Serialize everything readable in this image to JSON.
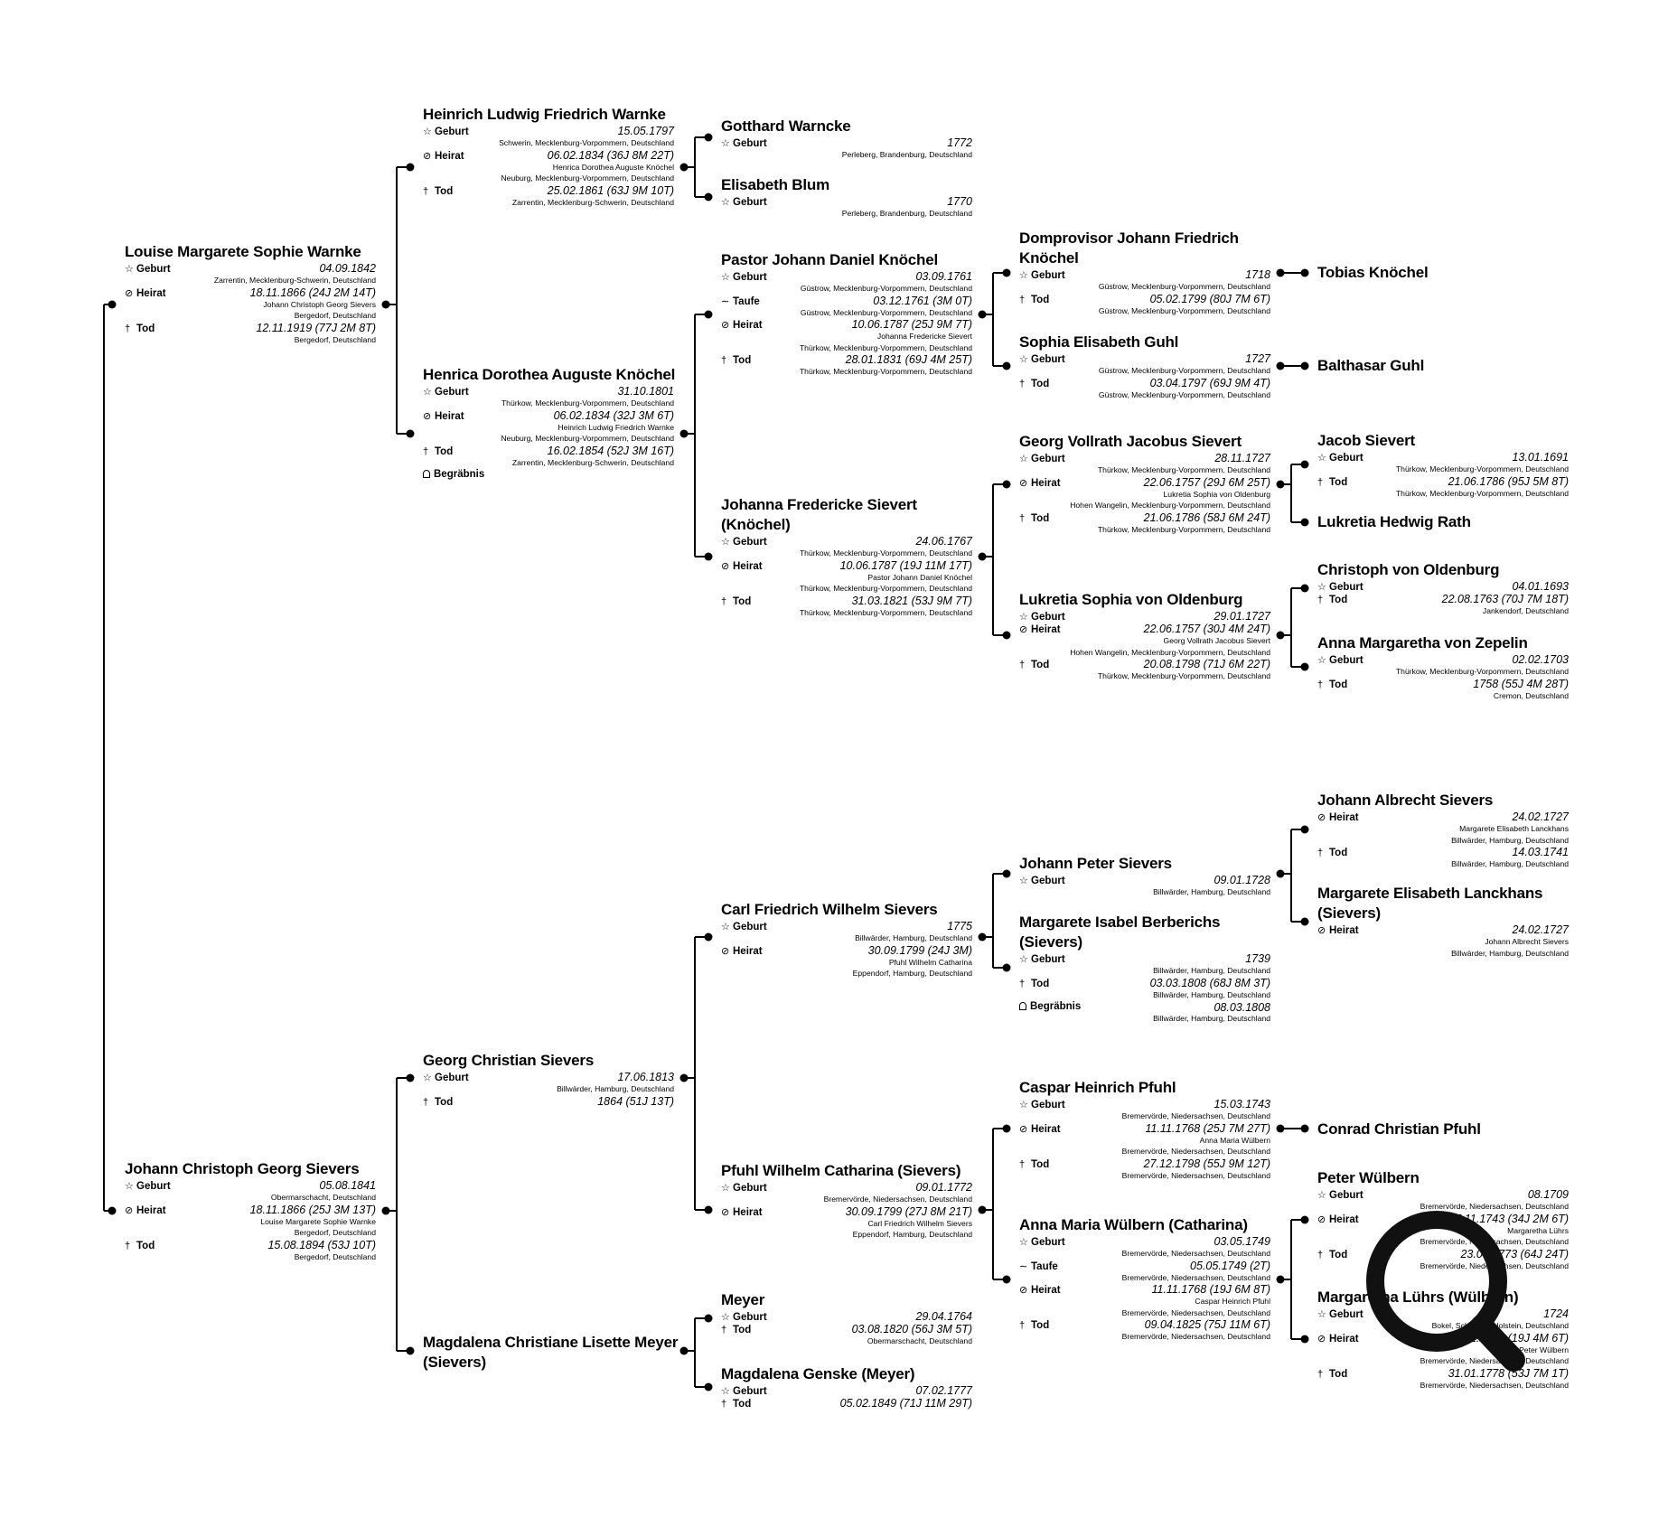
{
  "persons": [
    {
      "name": "Louise Margarete Sophie Warnke",
      "events": [
        {
          "label": "Geburt",
          "icon": "star",
          "date": "04.09.1842",
          "lines": [
            "Zarrentin, Mecklenburg-Schwerin, Deutschland"
          ]
        },
        {
          "label": "Heirat",
          "icon": "rings",
          "date": "18.11.1866 (24J 2M 14T)",
          "lines": [
            "Johann Christoph Georg Sievers",
            "Bergedorf, Deutschland"
          ]
        },
        {
          "label": "Tod",
          "icon": "cross",
          "date": "12.11.1919 (77J 2M 8T)",
          "lines": [
            "Bergedorf, Deutschland"
          ]
        }
      ]
    },
    {
      "name": "Johann Christoph Georg Sievers",
      "events": [
        {
          "label": "Geburt",
          "icon": "star",
          "date": "05.08.1841",
          "lines": [
            "Obermarschacht, Deutschland"
          ]
        },
        {
          "label": "Heirat",
          "icon": "rings",
          "date": "18.11.1866 (25J 3M 13T)",
          "lines": [
            "Louise Margarete Sophie Warnke",
            "Bergedorf, Deutschland"
          ]
        },
        {
          "label": "Tod",
          "icon": "cross",
          "date": "15.08.1894 (53J 10T)",
          "lines": [
            "Bergedorf, Deutschland"
          ]
        }
      ]
    },
    {
      "name": "Heinrich Ludwig Friedrich Warnke",
      "events": [
        {
          "label": "Geburt",
          "icon": "star",
          "date": "15.05.1797",
          "lines": [
            "Schwerin, Mecklenburg-Vorpommern, Deutschland"
          ]
        },
        {
          "label": "Heirat",
          "icon": "rings",
          "date": "06.02.1834 (36J 8M 22T)",
          "lines": [
            "Henrica Dorothea Auguste Knöchel",
            "Neuburg, Mecklenburg-Vorpommern, Deutschland"
          ]
        },
        {
          "label": "Tod",
          "icon": "cross",
          "date": "25.02.1861 (63J 9M 10T)",
          "lines": [
            "Zarrentin, Mecklenburg-Schwerin, Deutschland"
          ]
        }
      ]
    },
    {
      "name": "Henrica Dorothea Auguste Knöchel",
      "events": [
        {
          "label": "Geburt",
          "icon": "star",
          "date": "31.10.1801",
          "lines": [
            "Thürkow, Mecklenburg-Vorpommern, Deutschland"
          ]
        },
        {
          "label": "Heirat",
          "icon": "rings",
          "date": "06.02.1834 (32J 3M 6T)",
          "lines": [
            "Heinrich Ludwig Friedrich Warnke",
            "Neuburg, Mecklenburg-Vorpommern, Deutschland"
          ]
        },
        {
          "label": "Tod",
          "icon": "cross",
          "date": "16.02.1854 (52J 3M 16T)",
          "lines": [
            "Zarrentin, Mecklenburg-Schwerin, Deutschland"
          ]
        },
        {
          "label": "Begräbnis",
          "icon": "grave",
          "date": "",
          "lines": []
        }
      ]
    },
    {
      "name": "Georg Christian Sievers",
      "events": [
        {
          "label": "Geburt",
          "icon": "star",
          "date": "17.06.1813",
          "lines": [
            "Billwärder, Hamburg, Deutschland"
          ]
        },
        {
          "label": "Tod",
          "icon": "cross",
          "date": "1864 (51J 13T)",
          "lines": []
        }
      ]
    },
    {
      "name": "Magdalena Christiane Lisette Meyer (Sievers)",
      "events": []
    },
    {
      "name": "Gotthard Warncke",
      "events": [
        {
          "label": "Geburt",
          "icon": "star",
          "date": "1772",
          "lines": [
            "Perleberg, Brandenburg, Deutschland"
          ]
        }
      ]
    },
    {
      "name": "Elisabeth Blum",
      "events": [
        {
          "label": "Geburt",
          "icon": "star",
          "date": "1770",
          "lines": [
            "Perleberg, Brandenburg, Deutschland"
          ]
        }
      ]
    },
    {
      "name": "Pastor Johann Daniel Knöchel",
      "events": [
        {
          "label": "Geburt",
          "icon": "star",
          "date": "03.09.1761",
          "lines": [
            "Güstrow, Mecklenburg-Vorpommern, Deutschland"
          ]
        },
        {
          "label": "Taufe",
          "icon": "tilde",
          "date": "03.12.1761 (3M 0T)",
          "lines": [
            "Güstrow, Mecklenburg-Vorpommern, Deutschland"
          ]
        },
        {
          "label": "Heirat",
          "icon": "rings",
          "date": "10.06.1787 (25J 9M 7T)",
          "lines": [
            "Johanna Fredericke Sievert",
            "Thürkow, Mecklenburg-Vorpommern, Deutschland"
          ]
        },
        {
          "label": "Tod",
          "icon": "cross",
          "date": "28.01.1831 (69J 4M 25T)",
          "lines": [
            "Thürkow, Mecklenburg-Vorpommern, Deutschland"
          ]
        }
      ]
    },
    {
      "name": "Johanna Fredericke Sievert (Knöchel)",
      "events": [
        {
          "label": "Geburt",
          "icon": "star",
          "date": "24.06.1767",
          "lines": [
            "Thürkow, Mecklenburg-Vorpommern, Deutschland"
          ]
        },
        {
          "label": "Heirat",
          "icon": "rings",
          "date": "10.06.1787 (19J 11M 17T)",
          "lines": [
            "Pastor Johann Daniel Knöchel",
            "Thürkow, Mecklenburg-Vorpommern, Deutschland"
          ]
        },
        {
          "label": "Tod",
          "icon": "cross",
          "date": "31.03.1821 (53J 9M 7T)",
          "lines": [
            "Thürkow, Mecklenburg-Vorpommern, Deutschland"
          ]
        }
      ]
    },
    {
      "name": "Carl Friedrich Wilhelm Sievers",
      "events": [
        {
          "label": "Geburt",
          "icon": "star",
          "date": "1775",
          "lines": [
            "Billwärder, Hamburg, Deutschland"
          ]
        },
        {
          "label": "Heirat",
          "icon": "rings",
          "date": "30.09.1799 (24J 3M)",
          "lines": [
            "Pfuhl Wilhelm Catharina",
            "Eppendorf, Hamburg, Deutschland"
          ]
        }
      ]
    },
    {
      "name": "Pfuhl Wilhelm Catharina (Sievers)",
      "events": [
        {
          "label": "Geburt",
          "icon": "star",
          "date": "09.01.1772",
          "lines": [
            "Bremervörde, Niedersachsen, Deutschland"
          ]
        },
        {
          "label": "Heirat",
          "icon": "rings",
          "date": "30.09.1799 (27J 8M 21T)",
          "lines": [
            "Carl Friedrich Wilhelm Sievers",
            "Eppendorf, Hamburg, Deutschland"
          ]
        }
      ]
    },
    {
      "name": "Meyer",
      "events": [
        {
          "label": "Geburt",
          "icon": "star",
          "date": "29.04.1764",
          "lines": []
        },
        {
          "label": "Tod",
          "icon": "cross",
          "date": "03.08.1820 (56J 3M 5T)",
          "lines": [
            "Obermarschacht, Deutschland"
          ]
        }
      ]
    },
    {
      "name": "Magdalena Genske (Meyer)",
      "events": [
        {
          "label": "Geburt",
          "icon": "star",
          "date": "07.02.1777",
          "lines": []
        },
        {
          "label": "Tod",
          "icon": "cross",
          "date": "05.02.1849 (71J 11M 29T)",
          "lines": []
        }
      ]
    },
    {
      "name": "Domprovisor Johann Friedrich Knöchel",
      "events": [
        {
          "label": "Geburt",
          "icon": "star",
          "date": "1718",
          "lines": [
            "Güstrow, Mecklenburg-Vorpommern, Deutschland"
          ]
        },
        {
          "label": "Tod",
          "icon": "cross",
          "date": "05.02.1799 (80J 7M 6T)",
          "lines": [
            "Güstrow, Mecklenburg-Vorpommern, Deutschland"
          ]
        }
      ]
    },
    {
      "name": "Sophia Elisabeth Guhl",
      "events": [
        {
          "label": "Geburt",
          "icon": "star",
          "date": "1727",
          "lines": [
            "Güstrow, Mecklenburg-Vorpommern, Deutschland"
          ]
        },
        {
          "label": "Tod",
          "icon": "cross",
          "date": "03.04.1797 (69J 9M 4T)",
          "lines": [
            "Güstrow, Mecklenburg-Vorpommern, Deutschland"
          ]
        }
      ]
    },
    {
      "name": "Georg Vollrath Jacobus Sievert",
      "events": [
        {
          "label": "Geburt",
          "icon": "star",
          "date": "28.11.1727",
          "lines": [
            "Thürkow, Mecklenburg-Vorpommern, Deutschland"
          ]
        },
        {
          "label": "Heirat",
          "icon": "rings",
          "date": "22.06.1757 (29J 6M 25T)",
          "lines": [
            "Lukretia Sophia von Oldenburg",
            "Hohen Wangelin, Mecklenburg-Vorpommern, Deutschland"
          ]
        },
        {
          "label": "Tod",
          "icon": "cross",
          "date": "21.06.1786 (58J 6M 24T)",
          "lines": [
            "Thürkow, Mecklenburg-Vorpommern, Deutschland"
          ]
        }
      ]
    },
    {
      "name": "Lukretia Sophia von Oldenburg",
      "events": [
        {
          "label": "Geburt",
          "icon": "star",
          "date": "29.01.1727",
          "lines": []
        },
        {
          "label": "Heirat",
          "icon": "rings",
          "date": "22.06.1757 (30J 4M 24T)",
          "lines": [
            "Georg Vollrath Jacobus Sievert",
            "Hohen Wangelin, Mecklenburg-Vorpommern, Deutschland"
          ]
        },
        {
          "label": "Tod",
          "icon": "cross",
          "date": "20.08.1798 (71J 6M 22T)",
          "lines": [
            "Thürkow, Mecklenburg-Vorpommern, Deutschland"
          ]
        }
      ]
    },
    {
      "name": "Johann Peter Sievers",
      "events": [
        {
          "label": "Geburt",
          "icon": "star",
          "date": "09.01.1728",
          "lines": [
            "Billwärder, Hamburg, Deutschland"
          ]
        }
      ]
    },
    {
      "name": "Margarete Isabel Berberichs (Sievers)",
      "events": [
        {
          "label": "Geburt",
          "icon": "star",
          "date": "1739",
          "lines": [
            "Billwärder, Hamburg, Deutschland"
          ]
        },
        {
          "label": "Tod",
          "icon": "cross",
          "date": "03.03.1808 (68J 8M 3T)",
          "lines": [
            "Billwärder, Hamburg, Deutschland"
          ]
        },
        {
          "label": "Begräbnis",
          "icon": "grave",
          "date": "08.03.1808",
          "lines": [
            "Billwärder, Hamburg, Deutschland"
          ]
        }
      ]
    },
    {
      "name": "Caspar Heinrich Pfuhl",
      "events": [
        {
          "label": "Geburt",
          "icon": "star",
          "date": "15.03.1743",
          "lines": [
            "Bremervörde, Niedersachsen, Deutschland"
          ]
        },
        {
          "label": "Heirat",
          "icon": "rings",
          "date": "11.11.1768 (25J 7M 27T)",
          "lines": [
            "Anna Maria Wülbern",
            "Bremervörde, Niedersachsen, Deutschland"
          ]
        },
        {
          "label": "Tod",
          "icon": "cross",
          "date": "27.12.1798 (55J 9M 12T)",
          "lines": [
            "Bremervörde, Niedersachsen, Deutschland"
          ]
        }
      ]
    },
    {
      "name": "Anna Maria Wülbern (Catharina)",
      "events": [
        {
          "label": "Geburt",
          "icon": "star",
          "date": "03.05.1749",
          "lines": [
            "Bremervörde, Niedersachsen, Deutschland"
          ]
        },
        {
          "label": "Taufe",
          "icon": "tilde",
          "date": "05.05.1749 (2T)",
          "lines": [
            "Bremervörde, Niedersachsen, Deutschland"
          ]
        },
        {
          "label": "Heirat",
          "icon": "rings",
          "date": "11.11.1768 (19J 6M 8T)",
          "lines": [
            "Caspar Heinrich Pfuhl",
            "Bremervörde, Niedersachsen, Deutschland"
          ]
        },
        {
          "label": "Tod",
          "icon": "cross",
          "date": "09.04.1825 (75J 11M 6T)",
          "lines": [
            "Bremervörde, Niedersachsen, Deutschland"
          ]
        }
      ]
    },
    {
      "name": "Tobias Knöchel",
      "events": []
    },
    {
      "name": "Balthasar Guhl",
      "events": []
    },
    {
      "name": "Jacob Sievert",
      "events": [
        {
          "label": "Geburt",
          "icon": "star",
          "date": "13.01.1691",
          "lines": [
            "Thürkow, Mecklenburg-Vorpommern, Deutschland"
          ]
        },
        {
          "label": "Tod",
          "icon": "cross",
          "date": "21.06.1786 (95J 5M 8T)",
          "lines": [
            "Thürkow, Mecklenburg-Vorpommern, Deutschland"
          ]
        }
      ]
    },
    {
      "name": "Lukretia Hedwig Rath",
      "events": []
    },
    {
      "name": "Christoph von Oldenburg",
      "events": [
        {
          "label": "Geburt",
          "icon": "star",
          "date": "04.01.1693",
          "lines": []
        },
        {
          "label": "Tod",
          "icon": "cross",
          "date": "22.08.1763 (70J 7M 18T)",
          "lines": [
            "Jankendorf, Deutschland"
          ]
        }
      ]
    },
    {
      "name": "Anna Margaretha von Zepelin",
      "events": [
        {
          "label": "Geburt",
          "icon": "star",
          "date": "02.02.1703",
          "lines": [
            "Thürkow, Mecklenburg-Vorpommern, Deutschland"
          ]
        },
        {
          "label": "Tod",
          "icon": "cross",
          "date": "1758 (55J 4M 28T)",
          "lines": [
            "Cremon, Deutschland"
          ]
        }
      ]
    },
    {
      "name": "Johann Albrecht Sievers",
      "events": [
        {
          "label": "Heirat",
          "icon": "rings",
          "date": "24.02.1727",
          "lines": [
            "Margarete Elisabeth Lanckhans",
            "Billwärder, Hamburg, Deutschland"
          ]
        },
        {
          "label": "Tod",
          "icon": "cross",
          "date": "14.03.1741",
          "lines": [
            "Billwärder, Hamburg, Deutschland"
          ]
        }
      ]
    },
    {
      "name": "Margarete Elisabeth Lanckhans (Sievers)",
      "events": [
        {
          "label": "Heirat",
          "icon": "rings",
          "date": "24.02.1727",
          "lines": [
            "Johann Albrecht Sievers",
            "Billwärder, Hamburg, Deutschland"
          ]
        }
      ]
    },
    {
      "name": "Conrad Christian Pfuhl",
      "events": []
    },
    {
      "name": "Peter Wülbern",
      "events": [
        {
          "label": "Geburt",
          "icon": "star",
          "date": "08.1709",
          "lines": [
            "Bremervörde, Niedersachsen, Deutschland"
          ]
        },
        {
          "label": "Heirat",
          "icon": "rings",
          "date": "05.11.1743 (34J 2M 6T)",
          "lines": [
            "Margaretha Lührs",
            "Bremervörde, Niedersachsen, Deutschland"
          ]
        },
        {
          "label": "Tod",
          "icon": "cross",
          "date": "23.09.1773 (64J 24T)",
          "lines": [
            "Bremervörde, Niedersachsen, Deutschland"
          ]
        }
      ]
    },
    {
      "name": "Margaretha Lührs (Wülbern)",
      "events": [
        {
          "label": "Geburt",
          "icon": "star",
          "date": "1724",
          "lines": [
            "Bokel, Schleswig-Holstein, Deutschland"
          ]
        },
        {
          "label": "Heirat",
          "icon": "rings",
          "date": "05.11.1743 (19J 4M 6T)",
          "lines": [
            "Peter Wülbern",
            "Bremervörde, Niedersachsen, Deutschland"
          ]
        },
        {
          "label": "Tod",
          "icon": "cross",
          "date": "31.01.1778 (53J 7M 1T)",
          "lines": [
            "Bremervörde, Niedersachsen, Deutschland"
          ]
        }
      ]
    }
  ]
}
